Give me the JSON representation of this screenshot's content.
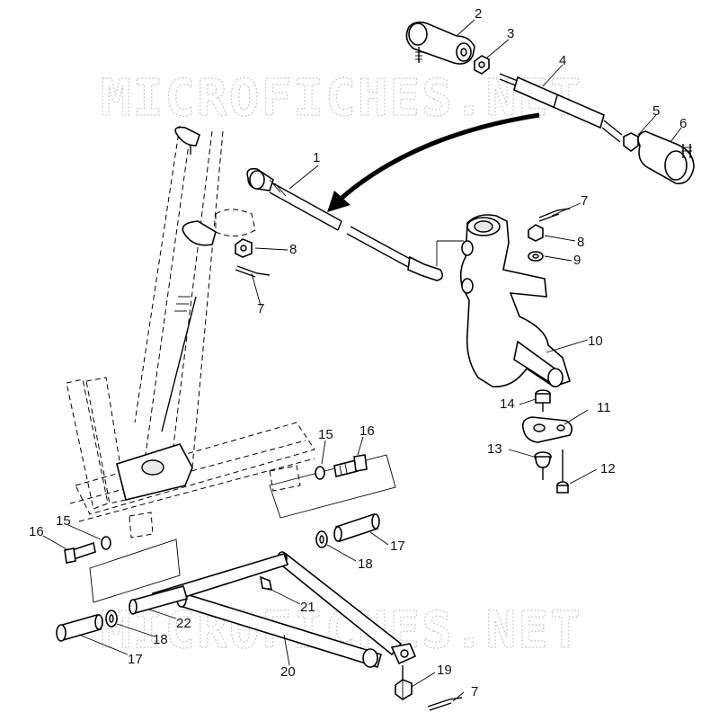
{
  "watermark": "MICROFICHES.NET",
  "callouts": {
    "c1": "1",
    "c2": "2",
    "c3": "3",
    "c4": "4",
    "c5": "5",
    "c6": "6",
    "c7a": "7",
    "c7b": "7",
    "c7c": "7",
    "c8a": "8",
    "c8b": "8",
    "c9": "9",
    "c10": "10",
    "c11": "11",
    "c12": "12",
    "c13": "13",
    "c14": "14",
    "c15a": "15",
    "c15b": "15",
    "c16a": "16",
    "c16b": "16",
    "c17a": "17",
    "c17b": "17",
    "c18a": "18",
    "c18b": "18",
    "c19": "19",
    "c20": "20",
    "c21": "21",
    "c22": "22"
  }
}
